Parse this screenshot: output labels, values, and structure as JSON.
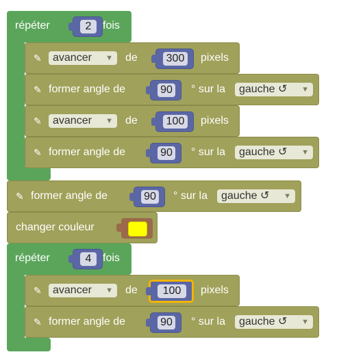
{
  "labels": {
    "repeat": "répéter",
    "times": "fois",
    "move": "avancer",
    "of": "de",
    "pixels": "pixels",
    "turn_angle": "former angle de",
    "degree_on": "° sur la",
    "left": "gauche ↺",
    "change_color": "changer couleur"
  },
  "loop1": {
    "count": "2"
  },
  "loop1_stmt1": {
    "distance": "300"
  },
  "loop1_stmt2": {
    "angle": "90"
  },
  "loop1_stmt3": {
    "distance": "100"
  },
  "loop1_stmt4": {
    "angle": "90"
  },
  "turn_after_loop": {
    "angle": "90"
  },
  "change_color": {
    "color": "#ffff00"
  },
  "loop2": {
    "count": "4"
  },
  "loop2_stmt1": {
    "distance": "100"
  },
  "loop2_stmt2": {
    "angle": "90"
  },
  "colors": {
    "loop": "#5ba55b",
    "turtle": "#a0a15a",
    "number": "#5b67a5",
    "colour_block": "#9b6a4a",
    "selection": "#f4b400"
  }
}
